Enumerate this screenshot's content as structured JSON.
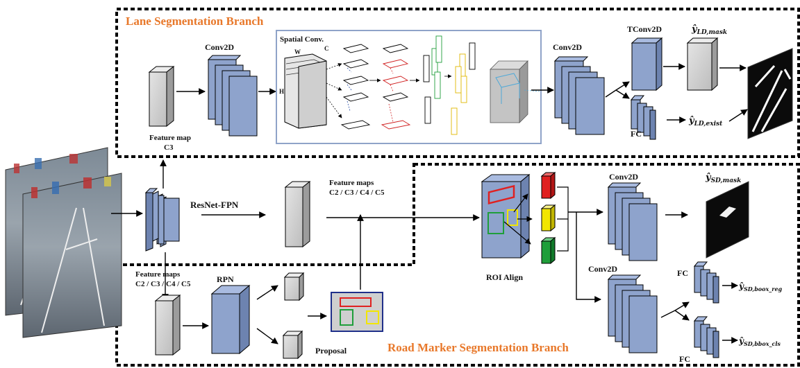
{
  "branches": {
    "lane": "Lane Segmentation Branch",
    "road_marker": "Road Marker Segmentation Branch"
  },
  "labels": {
    "conv2d_1": "Conv2D",
    "spatial_conv": "Spatial Conv.",
    "spatial_w": "W",
    "spatial_c": "C",
    "spatial_h": "H",
    "conv2d_2": "Conv2D",
    "tconv2d": "TConv2D",
    "fc_lane": "FC",
    "feature_map_c3_line1": "Feature map",
    "feature_map_c3_line2": "C3",
    "resnet_fpn": "ResNet-FPN",
    "feature_maps_line1": "Feature maps",
    "feature_maps_line2": "C2 / C3 / C4 / C5",
    "feature_maps_rpn_line1": "Feature maps",
    "feature_maps_rpn_line2": "C2 / C3 / C4 / C5",
    "rpn": "RPN",
    "proposal": "Proposal",
    "roi_align": "ROI Align",
    "conv2d_sd_mask": "Conv2D",
    "conv2d_sd_box": "Conv2D",
    "fc_reg": "FC",
    "fc_cls": "FC"
  },
  "outputs": {
    "y_ld_mask": {
      "sym": "ŷ",
      "sub": "LD,mask"
    },
    "y_ld_exist": {
      "sym": "ŷ",
      "sub": "LD,exist"
    },
    "y_sd_mask": {
      "sym": "ŷ",
      "sub": "SD,mask"
    },
    "y_sd_reg": {
      "sym": "ŷ",
      "sub": "SD,boox_reg"
    },
    "y_sd_cls": {
      "sym": "ŷ",
      "sub": "SD,bbox_cls"
    }
  },
  "colors": {
    "branch_title": "#E8782A",
    "block_blue": "#8EA3CC",
    "block_gray": "#CFCFCF",
    "spatial_border": "#8FA3C8",
    "roi_red": "#E02020",
    "roi_yellow": "#F2E600",
    "roi_green": "#1F9E3A"
  }
}
